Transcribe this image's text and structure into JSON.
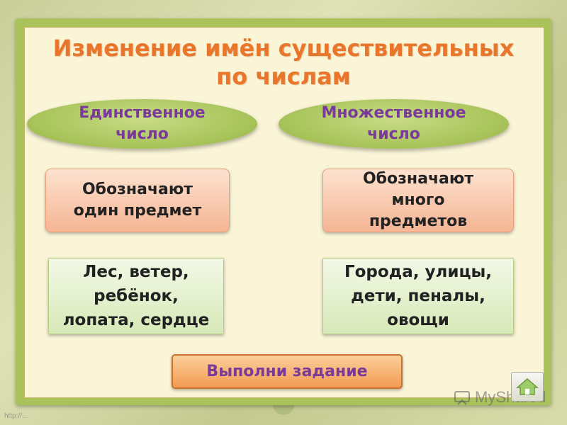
{
  "slide": {
    "title": "Изменение имён существительных\nпо числам",
    "singular": {
      "header": "Единственное\nчисло",
      "meaning": "Обозначают\nодин предмет",
      "examples": "Лес, ветер,\nребёнок,\nлопата, сердце"
    },
    "plural": {
      "header": "Множественное\nчисло",
      "meaning": "Обозначают\nмного\nпредметов",
      "examples": "Города, улицы,\nдети, пеналы,\nовощи"
    },
    "task_button": "Выполни задание"
  },
  "watermark": {
    "text": "MyShared",
    "url": "http://..."
  },
  "colors": {
    "title": "#e9762b",
    "header_text": "#7a3a9a",
    "oval": "#a6c257",
    "peach": "#f5b594",
    "green": "#d7e9b8"
  },
  "icons": {
    "home": "home-icon",
    "watermark_logo": "myshared-logo-icon"
  }
}
